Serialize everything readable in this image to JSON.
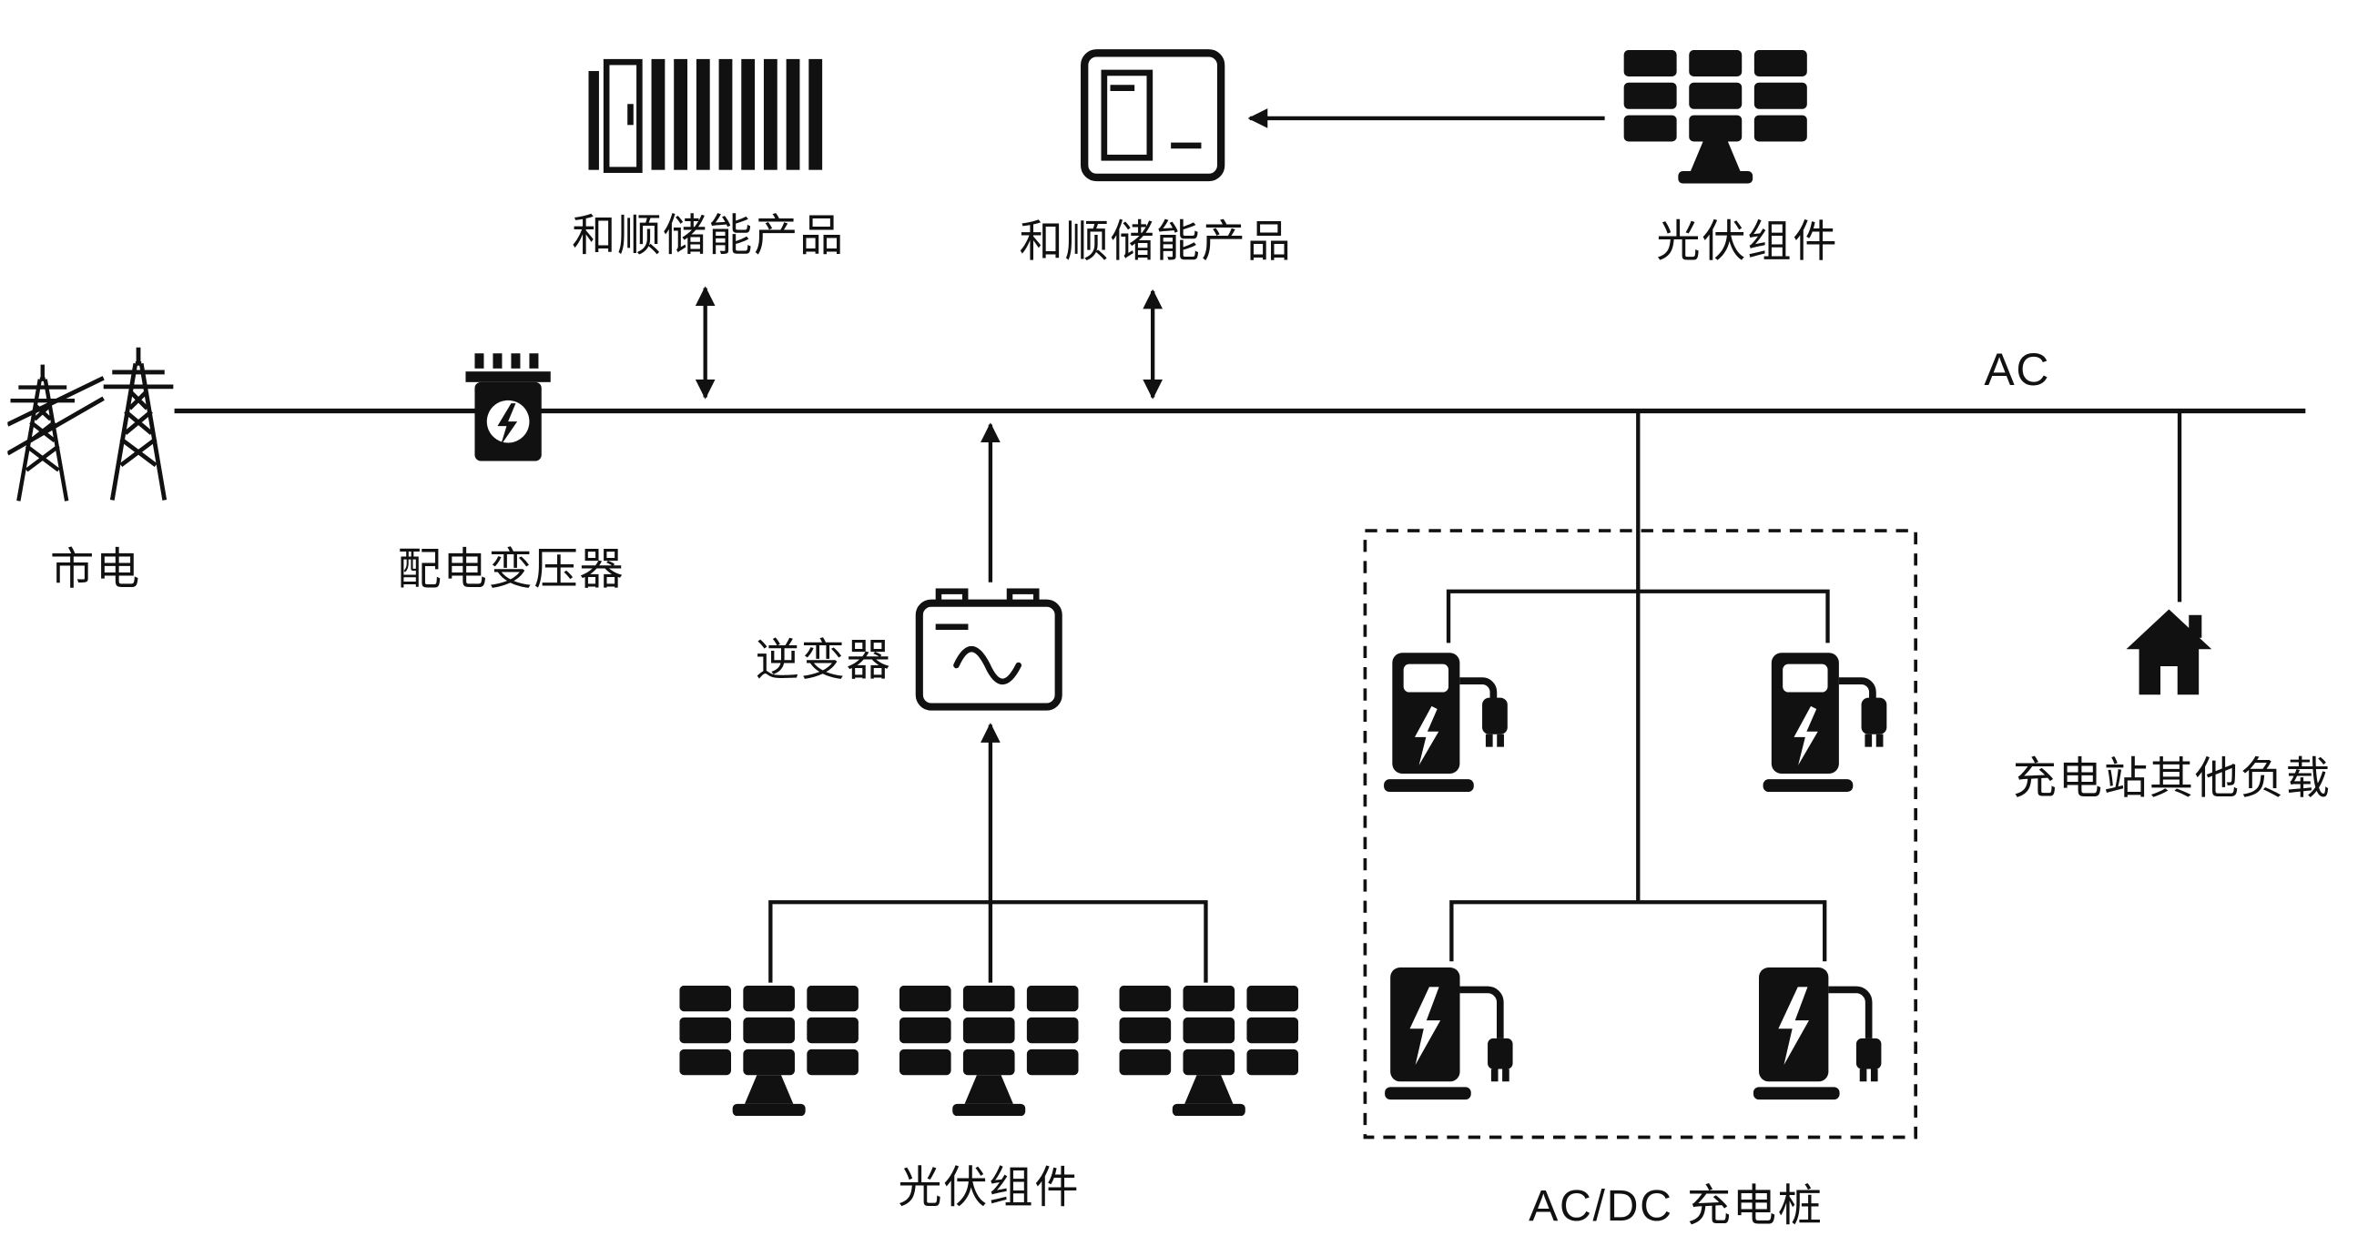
{
  "diagram": {
    "type": "energy-system-single-line-diagram",
    "colors": {
      "ink": "#111111",
      "background": "#ffffff"
    },
    "bus": {
      "label": "AC"
    },
    "nodes": {
      "storage1": {
        "label": "和顺储能产品",
        "icon": "battery-container-icon"
      },
      "storage2": {
        "label": "和顺储能产品",
        "icon": "power-cabinet-icon"
      },
      "pv_top": {
        "label": "光伏组件",
        "icon": "solar-panel-icon"
      },
      "grid": {
        "label": "市电",
        "icon": "transmission-tower-icon"
      },
      "transformer": {
        "label": "配电变压器",
        "icon": "transformer-icon"
      },
      "inverter": {
        "label": "逆变器",
        "icon": "inverter-icon"
      },
      "pv_bottom": {
        "label": "光伏组件",
        "icon": "solar-panel-icon"
      },
      "chargers": {
        "label": "AC/DC 充电桩",
        "icon": "ev-charger-icon"
      },
      "loads": {
        "label": "充电站其他负载",
        "icon": "house-icon"
      }
    }
  }
}
